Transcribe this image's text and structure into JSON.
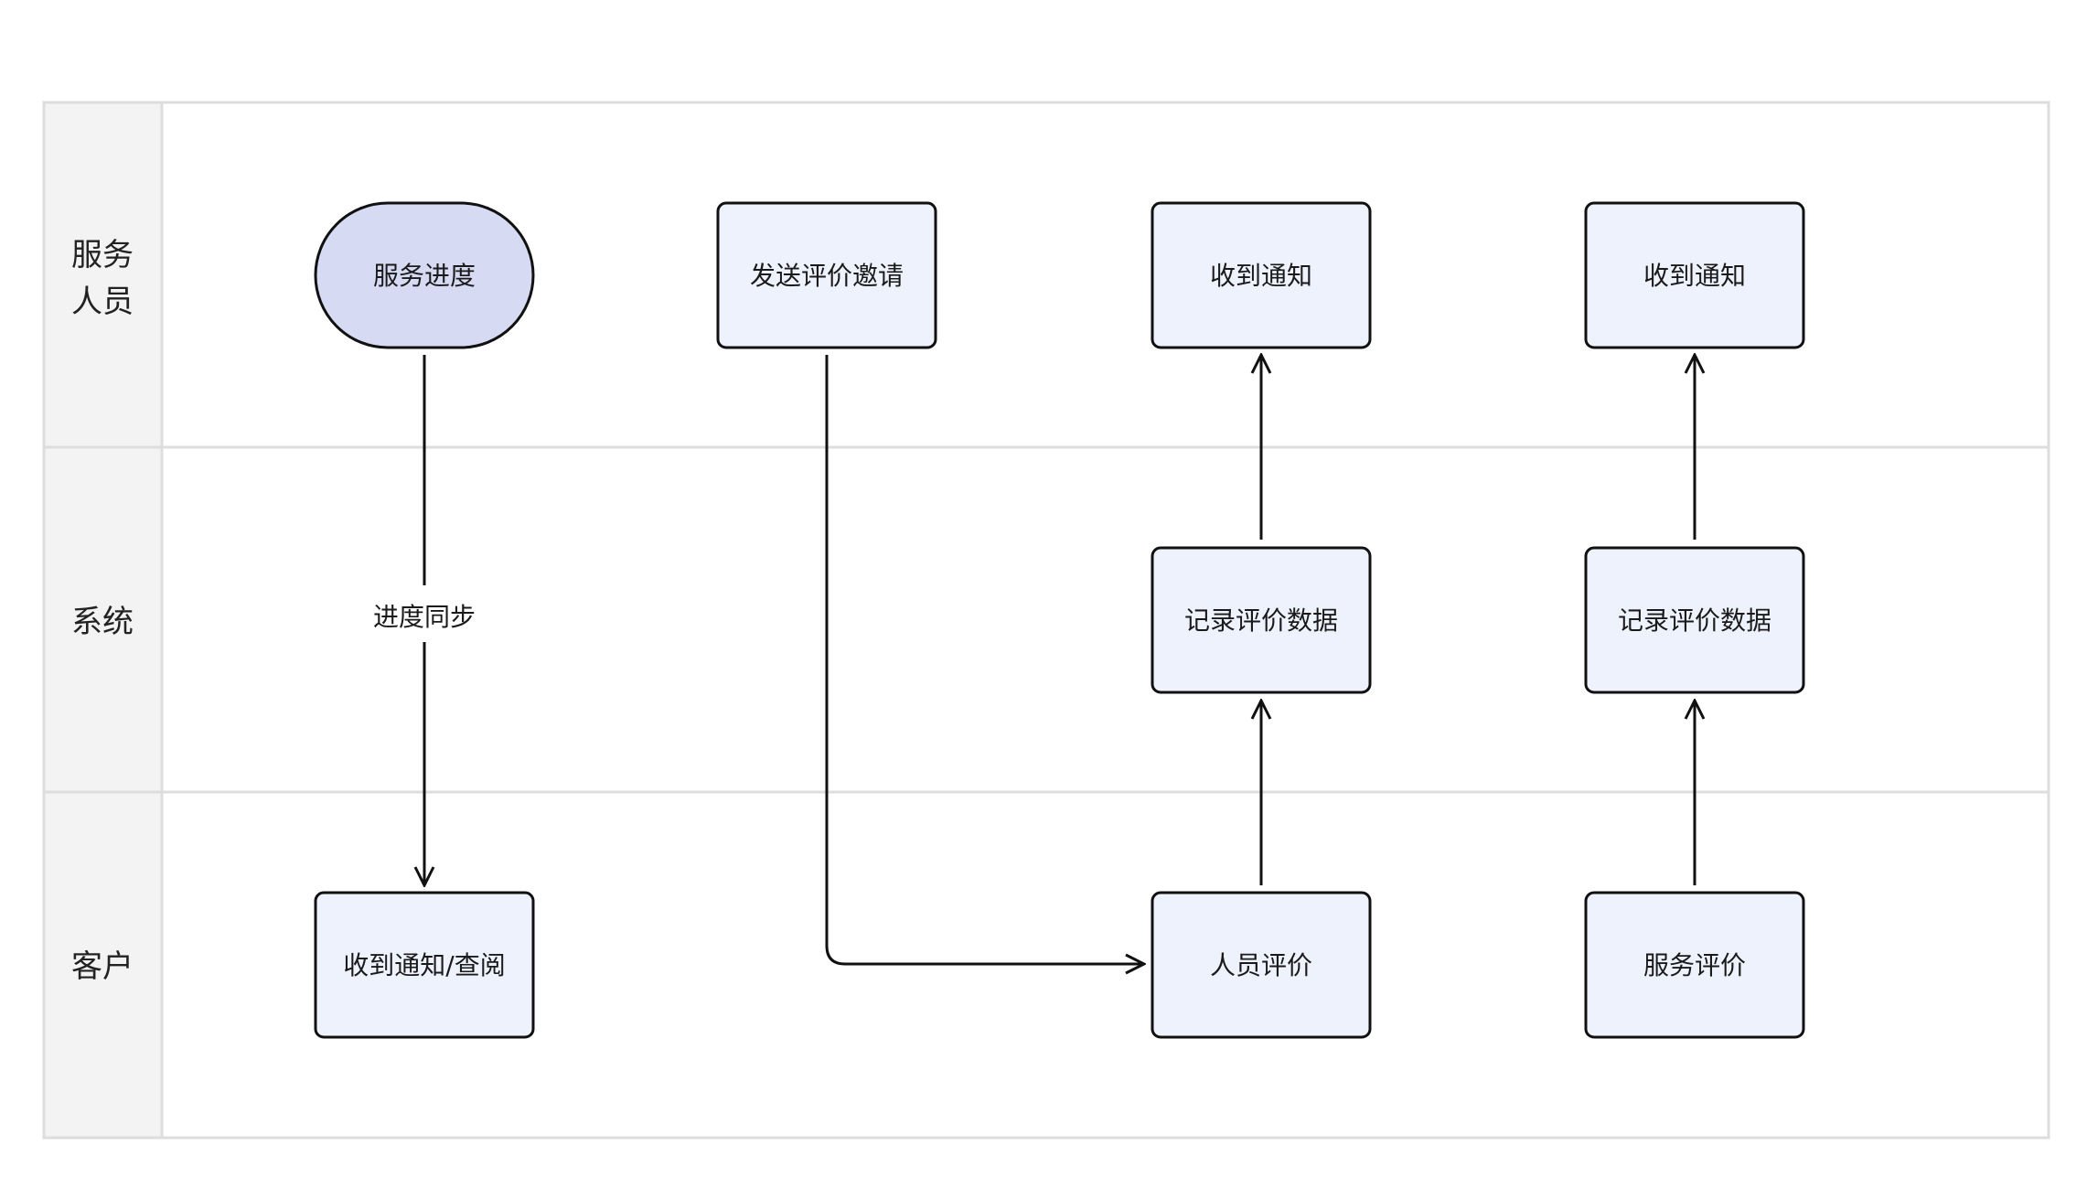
{
  "lanes": [
    {
      "id": "staff",
      "label": [
        "服务",
        "人员"
      ]
    },
    {
      "id": "system",
      "label": [
        "系统"
      ]
    },
    {
      "id": "customer",
      "label": [
        "客户"
      ]
    }
  ],
  "nodes": [
    {
      "id": "service_progress",
      "label": "服务进度",
      "shape": "terminal",
      "lane": "staff"
    },
    {
      "id": "send_invite",
      "label": "发送评价邀请",
      "shape": "process",
      "lane": "staff"
    },
    {
      "id": "receive_notice_1",
      "label": "收到通知",
      "shape": "process",
      "lane": "staff"
    },
    {
      "id": "receive_notice_2",
      "label": "收到通知",
      "shape": "process",
      "lane": "staff"
    },
    {
      "id": "record_data_1",
      "label": "记录评价数据",
      "shape": "process",
      "lane": "system"
    },
    {
      "id": "record_data_2",
      "label": "记录评价数据",
      "shape": "process",
      "lane": "system"
    },
    {
      "id": "notice_view",
      "label": "收到通知/查阅",
      "shape": "process",
      "lane": "customer"
    },
    {
      "id": "staff_eval",
      "label": "人员评价",
      "shape": "process",
      "lane": "customer"
    },
    {
      "id": "service_eval",
      "label": "服务评价",
      "shape": "process",
      "lane": "customer"
    }
  ],
  "edges": [
    {
      "from": "service_progress",
      "to": "notice_view",
      "label": "进度同步"
    },
    {
      "from": "send_invite",
      "to": "staff_eval",
      "label": ""
    },
    {
      "from": "staff_eval",
      "to": "record_data_1",
      "label": ""
    },
    {
      "from": "record_data_1",
      "to": "receive_notice_1",
      "label": ""
    },
    {
      "from": "service_eval",
      "to": "record_data_2",
      "label": ""
    },
    {
      "from": "record_data_2",
      "to": "receive_notice_2",
      "label": ""
    }
  ],
  "colors": {
    "terminal_fill": "#d6daf3",
    "process_fill": "#eef2fc",
    "stroke": "#111111",
    "lane_header_fill": "#f3f3f3",
    "grid": "#dddddd"
  }
}
